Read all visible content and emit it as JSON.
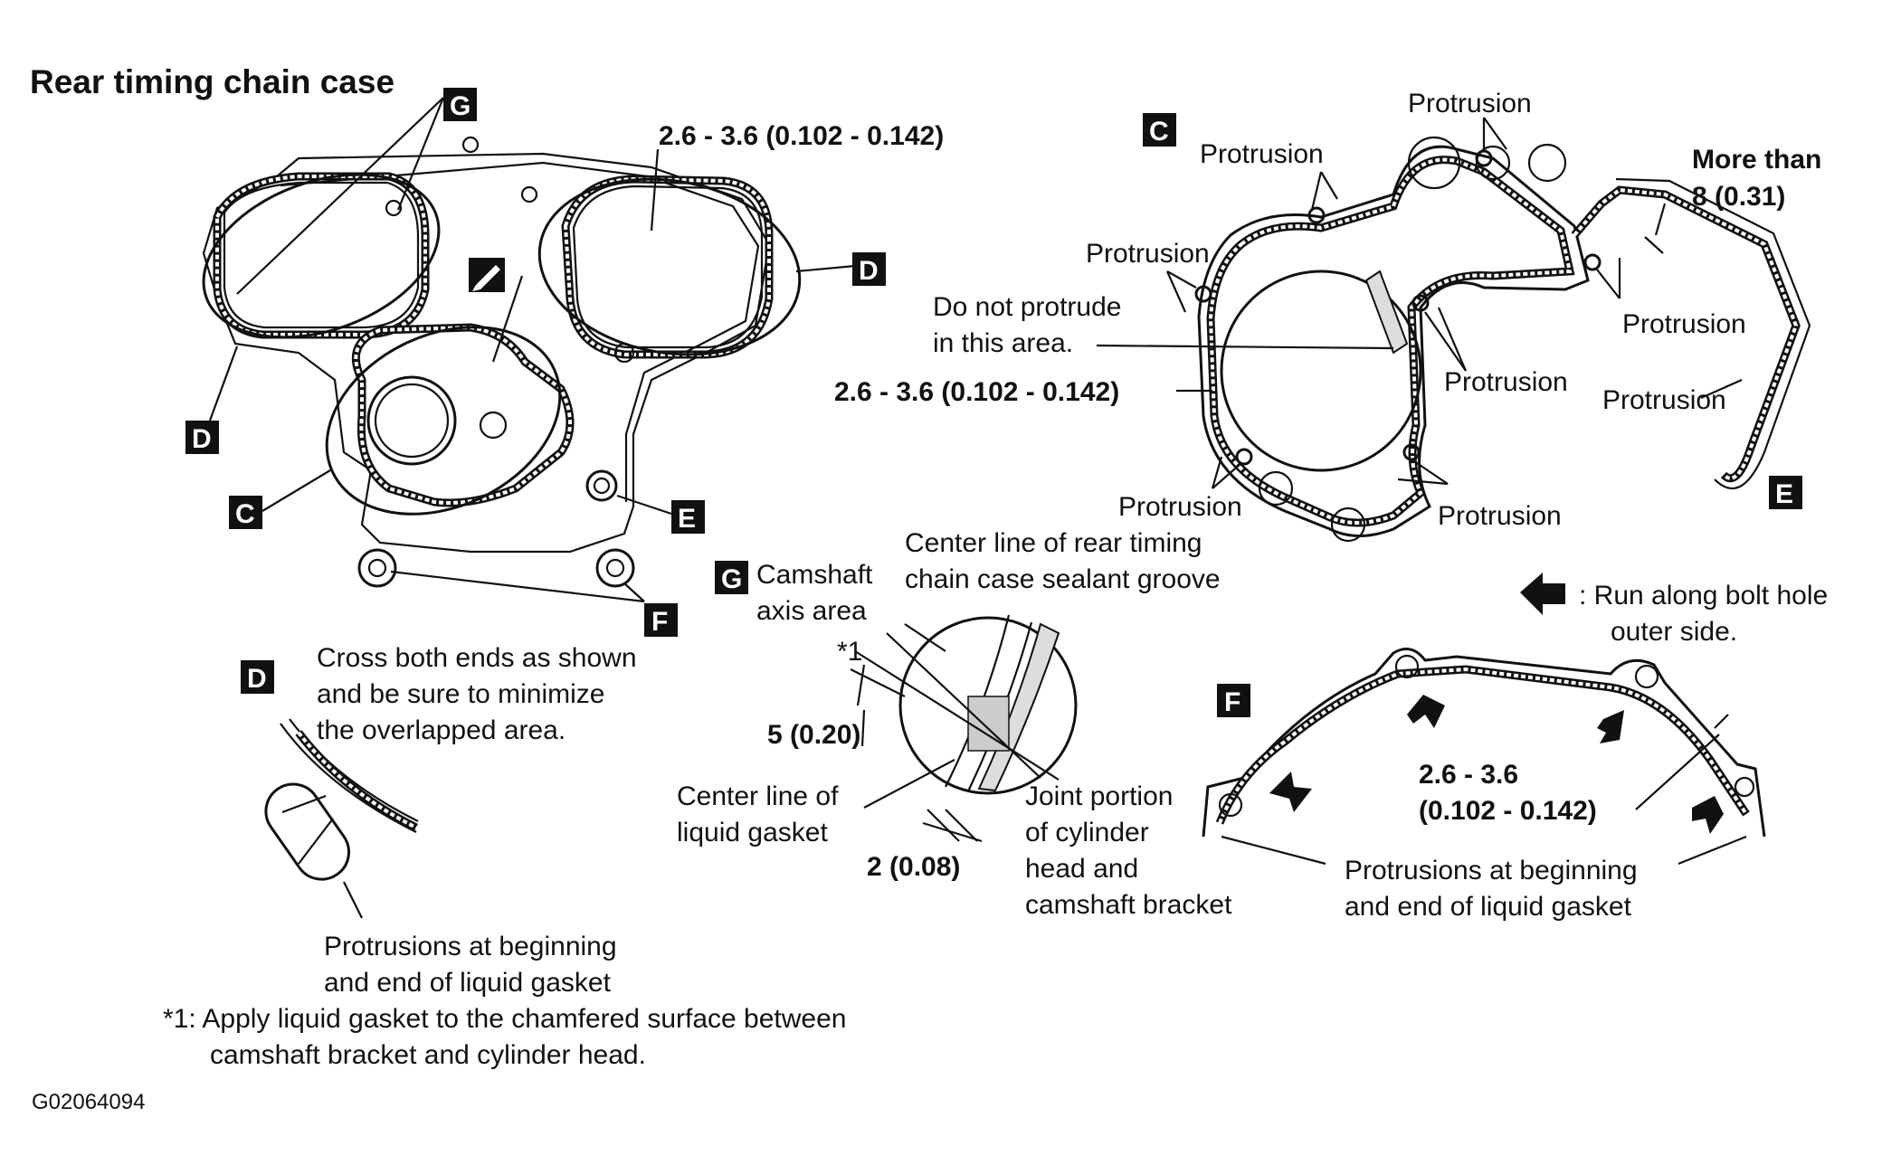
{
  "title": "Rear timing chain case",
  "markers": {
    "C": "C",
    "D": "D",
    "E": "E",
    "F": "F",
    "G": "G"
  },
  "dims": {
    "width_top": "2.6 - 3.6 (0.102 - 0.142)",
    "width_c": "2.6 - 3.6 (0.102 - 0.142)",
    "width_f_line1": "2.6 - 3.6",
    "width_f_line2": "(0.102 - 0.142)",
    "more_than_line1": "More than",
    "more_than_line2": "8 (0.31)",
    "g_5": "5 (0.20)",
    "g_2": "2 (0.08)"
  },
  "labels": {
    "protrusion": "Protrusion",
    "do_not_protrude_1": "Do not protrude",
    "do_not_protrude_2": "in this area.",
    "d_note_1": "Cross both ends as shown",
    "d_note_2": "and be sure to minimize",
    "d_note_3": "the overlapped area.",
    "d_prot_1": "Protrusions at beginning",
    "d_prot_2": "and end of liquid gasket",
    "g_axis_1": "Camshaft",
    "g_axis_2": "axis area",
    "g_center_1": "Center line of rear timing",
    "g_center_2": "chain case sealant groove",
    "g_star": "*1",
    "g_liquid_1": "Center line of",
    "g_liquid_2": "liquid gasket",
    "g_joint_1": "Joint portion",
    "g_joint_2": "of cylinder",
    "g_joint_3": "head and",
    "g_joint_4": "camshaft bracket",
    "f_prot_1": "Protrusions at beginning",
    "f_prot_2": "and end of liquid gasket",
    "arrow_legend_1": ": Run along bolt hole",
    "arrow_legend_2": "outer side.",
    "footnote_1": "*1: Apply liquid gasket to the chamfered surface between",
    "footnote_2": "camshaft bracket and cylinder head.",
    "figure_id": "G02064094"
  },
  "icons": {
    "sealant": "sealant-pencil-icon",
    "arrow": "bold-arrow-icon"
  }
}
